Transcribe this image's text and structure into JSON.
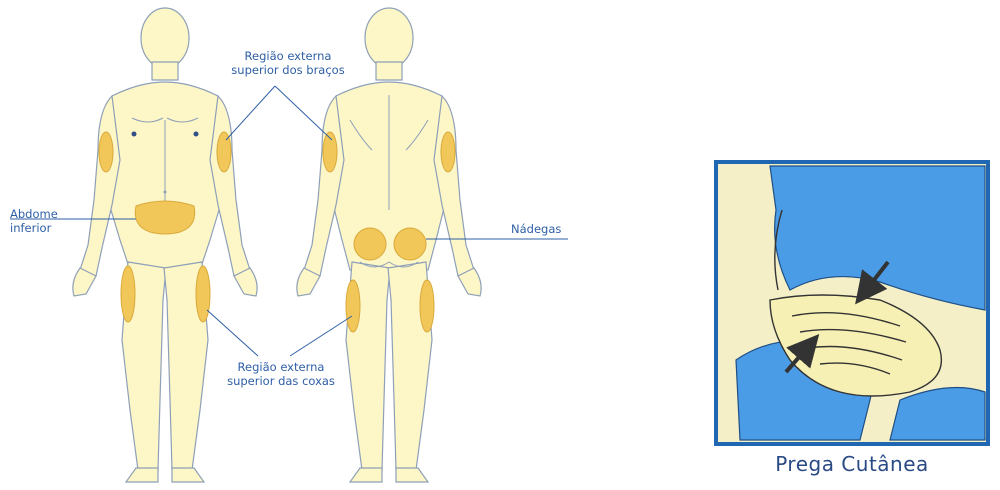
{
  "labels": {
    "upper_arms": [
      "Região externa",
      "superior dos braços"
    ],
    "abdomen": [
      "Abdome",
      "inferior"
    ],
    "buttocks": "Nádegas",
    "thighs": [
      "Região externa",
      "superior das coxas"
    ]
  },
  "caption": "Prega Cutânea",
  "colors": {
    "skin": "#fdf6c6",
    "outline": "#8ea0b8",
    "zone": "#f2c75a",
    "label": "#2f5fa6",
    "frame": "#1f66b3",
    "fabric": "#4b9ce6",
    "hand": "#f7f0b4",
    "arrow": "#333333"
  },
  "icons": [
    "front-body-figure",
    "back-body-figure",
    "skin-fold-illustration",
    "arrow-icon"
  ]
}
